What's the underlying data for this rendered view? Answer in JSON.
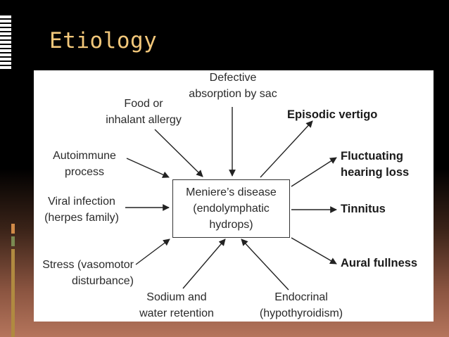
{
  "slide": {
    "title": "Etiology"
  },
  "center": {
    "line1": "Meniere’s disease",
    "line2": "(endolymphatic",
    "line3": "hydrops)"
  },
  "causes": {
    "defective_absorption": {
      "line1": "Defective",
      "line2": "absorption by sac"
    },
    "food_allergy": {
      "line1": "Food or",
      "line2": "inhalant allergy"
    },
    "autoimmune": {
      "line1": "Autoimmune",
      "line2": "process"
    },
    "viral": {
      "line1": "Viral infection",
      "line2": "(herpes family)"
    },
    "stress": {
      "line1": "Stress (vasomotor",
      "line2": "disturbance)"
    },
    "sodium": {
      "line1": "Sodium and",
      "line2": "water retention"
    },
    "endocrinal": {
      "line1": "Endocrinal",
      "line2": "(hypothyroidism)"
    }
  },
  "effects": {
    "vertigo": "Episodic vertigo",
    "hearing_loss": {
      "line1": "Fluctuating",
      "line2": "hearing loss"
    },
    "tinnitus": "Tinnitus",
    "aural_fullness": "Aural fullness"
  },
  "colors": {
    "title": "#f2c77a",
    "background": "#000000",
    "accent_bar_white": "#ffffff",
    "accent_bar_green": "#7a8a52",
    "accent_bar_orange": "#d08a48"
  }
}
